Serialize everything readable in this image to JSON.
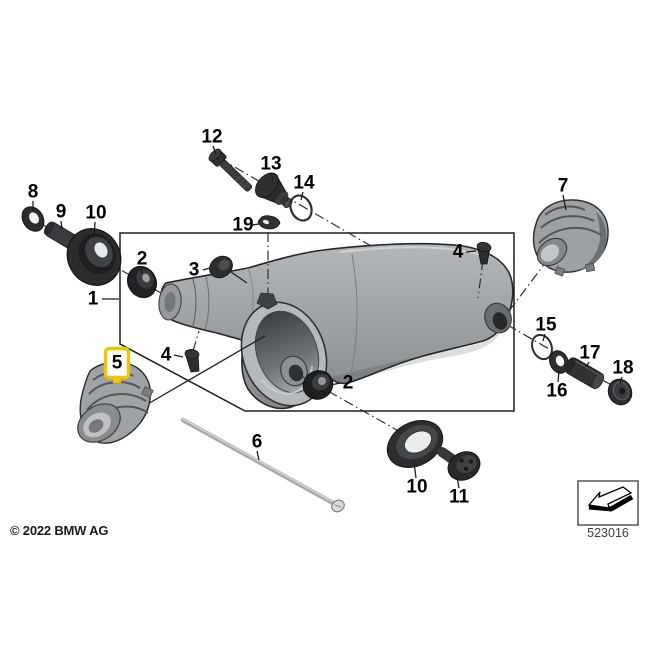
{
  "copyright": "© 2022 BMW AG",
  "diagram_code": "523016",
  "highlight": {
    "part": "5",
    "color": "#f1c400"
  },
  "callouts": {
    "n1": "1",
    "n2_left": "2",
    "n2_bottom": "2",
    "n3": "3",
    "n4_top": "4",
    "n4_bottom": "4",
    "n5": "5",
    "n6": "6",
    "n7": "7",
    "n8": "8",
    "n9": "9",
    "n10_left": "10",
    "n10_bottom": "10",
    "n11": "11",
    "n12": "12",
    "n13": "13",
    "n14": "14",
    "n15": "15",
    "n16": "16",
    "n17": "17",
    "n18": "18",
    "n19": "19"
  }
}
